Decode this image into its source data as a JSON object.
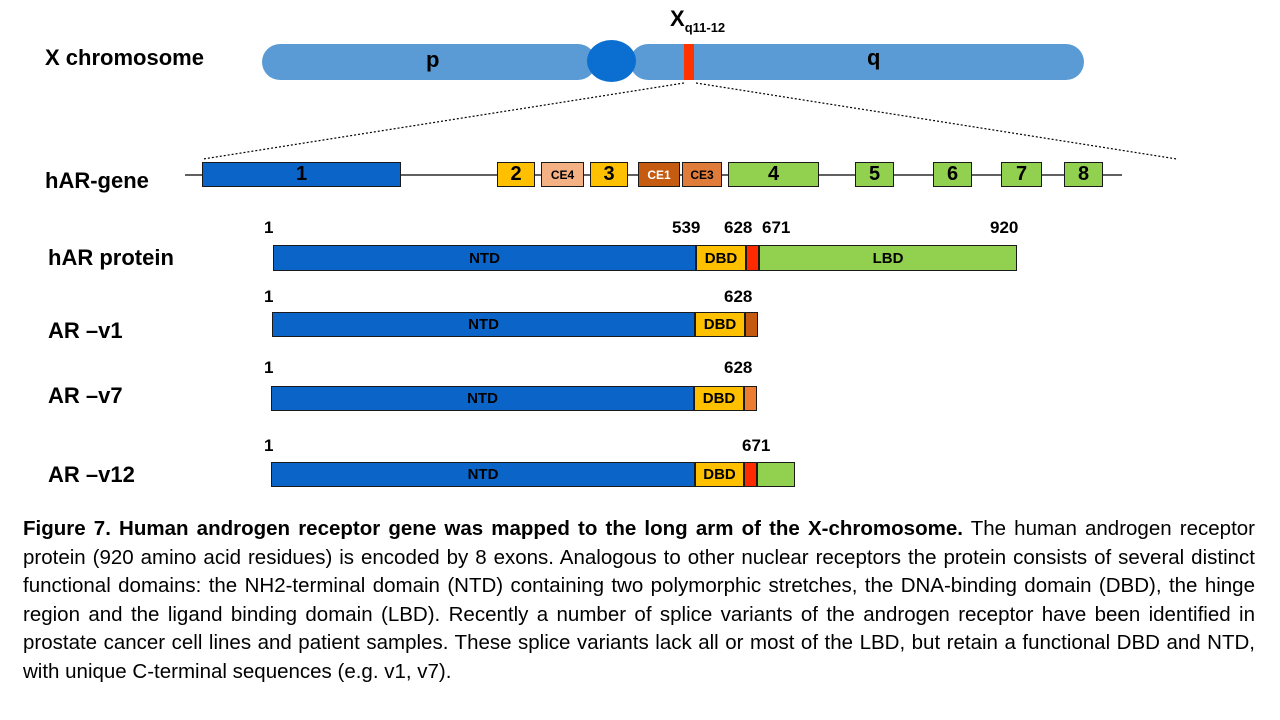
{
  "chromosome": {
    "label": "X chromosome",
    "p_arm": "p",
    "q_arm": "q",
    "band_base": "X",
    "band_sub": "q11-12",
    "colors": {
      "arm": "#5b9bd5",
      "centromere": "#0b6fd1",
      "band": "#ff3300"
    }
  },
  "gene": {
    "label": "hAR-gene",
    "exons": [
      {
        "id": "1",
        "color": "#0b64c8",
        "text_color": "#000000"
      },
      {
        "id": "2",
        "color": "#ffc000",
        "text_color": "#000000"
      },
      {
        "id": "CE4",
        "color": "#f4b183",
        "text_color": "#000000"
      },
      {
        "id": "3",
        "color": "#ffc000",
        "text_color": "#000000"
      },
      {
        "id": "CE1",
        "color": "#c55a11",
        "text_color": "#ffffff"
      },
      {
        "id": "CE3",
        "color": "#e07c3a",
        "text_color": "#000000"
      },
      {
        "id": "4",
        "color": "#92d050",
        "text_color": "#000000"
      },
      {
        "id": "5",
        "color": "#92d050",
        "text_color": "#000000"
      },
      {
        "id": "6",
        "color": "#92d050",
        "text_color": "#000000"
      },
      {
        "id": "7",
        "color": "#92d050",
        "text_color": "#000000"
      },
      {
        "id": "8",
        "color": "#92d050",
        "text_color": "#000000"
      }
    ]
  },
  "proteins": [
    {
      "label": "hAR protein",
      "positions": [
        "1",
        "539",
        "628",
        "671",
        "920"
      ],
      "domains": [
        {
          "name": "NTD",
          "color": "#0b64c8"
        },
        {
          "name": "DBD",
          "color": "#ffc000"
        },
        {
          "name": "",
          "color": "#ff2a00"
        },
        {
          "name": "LBD",
          "color": "#92d050"
        }
      ]
    },
    {
      "label": "AR –v1",
      "positions": [
        "1",
        "628"
      ],
      "domains": [
        {
          "name": "NTD",
          "color": "#0b64c8"
        },
        {
          "name": "DBD",
          "color": "#ffc000"
        },
        {
          "name": "",
          "color": "#c55a11"
        }
      ]
    },
    {
      "label": "AR –v7",
      "positions": [
        "1",
        "628"
      ],
      "domains": [
        {
          "name": "NTD",
          "color": "#0b64c8"
        },
        {
          "name": "DBD",
          "color": "#ffc000"
        },
        {
          "name": "",
          "color": "#ed7d31"
        }
      ]
    },
    {
      "label": "AR –v12",
      "positions": [
        "1",
        "671"
      ],
      "domains": [
        {
          "name": "NTD",
          "color": "#0b64c8"
        },
        {
          "name": "DBD",
          "color": "#ffc000"
        },
        {
          "name": "",
          "color": "#ff2a00"
        },
        {
          "name": "",
          "color": "#92d050"
        }
      ]
    }
  ],
  "caption": {
    "title": "Figure 7. Human androgen receptor gene was mapped to the long arm of the X-chromosome.",
    "body": " The human androgen receptor protein (920 amino acid residues) is encoded by 8 exons. Analogous to other nuclear receptors the protein consists of several distinct functional domains: the NH2-terminal domain (NTD) containing two polymorphic stretches, the DNA-binding domain (DBD), the hinge region and the ligand binding domain (LBD). Recently a number of splice variants of the androgen receptor have been identified in prostate cancer cell lines and patient samples. These splice variants lack all or most of the LBD, but retain a functional DBD and NTD, with unique C-terminal sequences (e.g. v1, v7)."
  }
}
